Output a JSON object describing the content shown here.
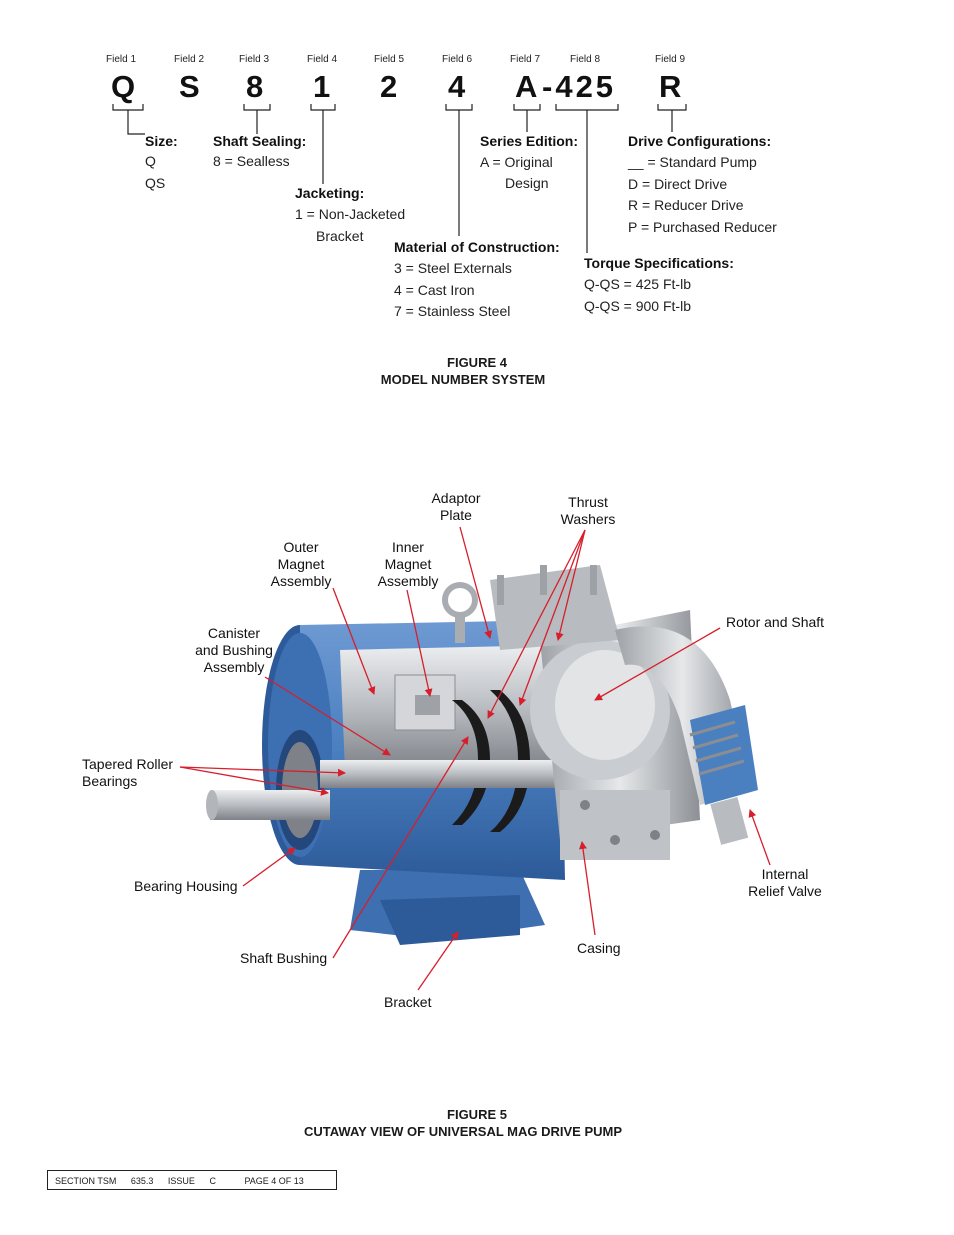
{
  "model": {
    "field_labels": [
      "Field 1",
      "Field 2",
      "Field 3",
      "Field 4",
      "Field 5",
      "Field 6",
      "Field 7",
      "Field 8",
      "Field 9"
    ],
    "letters": [
      "Q",
      "S",
      "8",
      "1",
      "2",
      "4",
      "A",
      "-425",
      "R"
    ],
    "size": {
      "heading": "Size:",
      "lines": [
        "Q",
        "QS"
      ]
    },
    "shaft_sealing": {
      "heading": "Shaft Sealing:",
      "lines": [
        "8 = Sealless"
      ]
    },
    "jacketing": {
      "heading": "Jacketing:",
      "lines": [
        "1 = Non-Jacketed",
        "Bracket"
      ]
    },
    "material": {
      "heading": "Material of Construction:",
      "lines": [
        "3 = Steel Externals",
        "4 = Cast Iron",
        "7 = Stainless Steel"
      ]
    },
    "series": {
      "heading": "Series Edition:",
      "lines": [
        "A = Original",
        "Design"
      ]
    },
    "drive": {
      "heading": "Drive Configurations:",
      "lines": [
        "__ = Standard Pump",
        "D = Direct Drive",
        "R = Reducer Drive",
        "P = Purchased Reducer"
      ]
    },
    "torque": {
      "heading": "Torque Specifications:",
      "lines": [
        "Q-QS = 425 Ft-lb",
        "Q-QS = 900 Ft-lb"
      ]
    }
  },
  "figure4": {
    "number": "FIGURE 4",
    "title": "MODEL NUMBER  SYSTEM"
  },
  "figure5": {
    "number": "FIGURE 5",
    "title": "CUTAWAY VIEW OF UNIVERSAL MAG DRIVE PUMP"
  },
  "pump_labels": {
    "adaptor_plate": [
      "Adaptor",
      "Plate"
    ],
    "thrust_washers": [
      "Thrust",
      "Washers"
    ],
    "outer_magnet": [
      "Outer",
      "Magnet",
      "Assembly"
    ],
    "inner_magnet": [
      "Inner",
      "Magnet",
      "Assembly"
    ],
    "rotor_shaft": "Rotor and Shaft",
    "canister": [
      "Canister",
      "and Bushing",
      "Assembly"
    ],
    "tapered_bearings": [
      "Tapered Roller",
      "Bearings"
    ],
    "bearing_housing": "Bearing Housing",
    "internal_relief": [
      "Internal",
      "Relief Valve"
    ],
    "casing": "Casing",
    "shaft_bushing": "Shaft Bushing",
    "bracket": "Bracket"
  },
  "colors": {
    "pump_blue": "#4a7fc0",
    "pump_dark": "#2d5a99",
    "steel": "#c4c7cb",
    "arrow_red": "#d61f2b"
  },
  "footer": {
    "section": "SECTION  TSM",
    "number": "635.3",
    "issue_label": "ISSUE",
    "issue": "C",
    "page": "PAGE  4  OF  13"
  }
}
